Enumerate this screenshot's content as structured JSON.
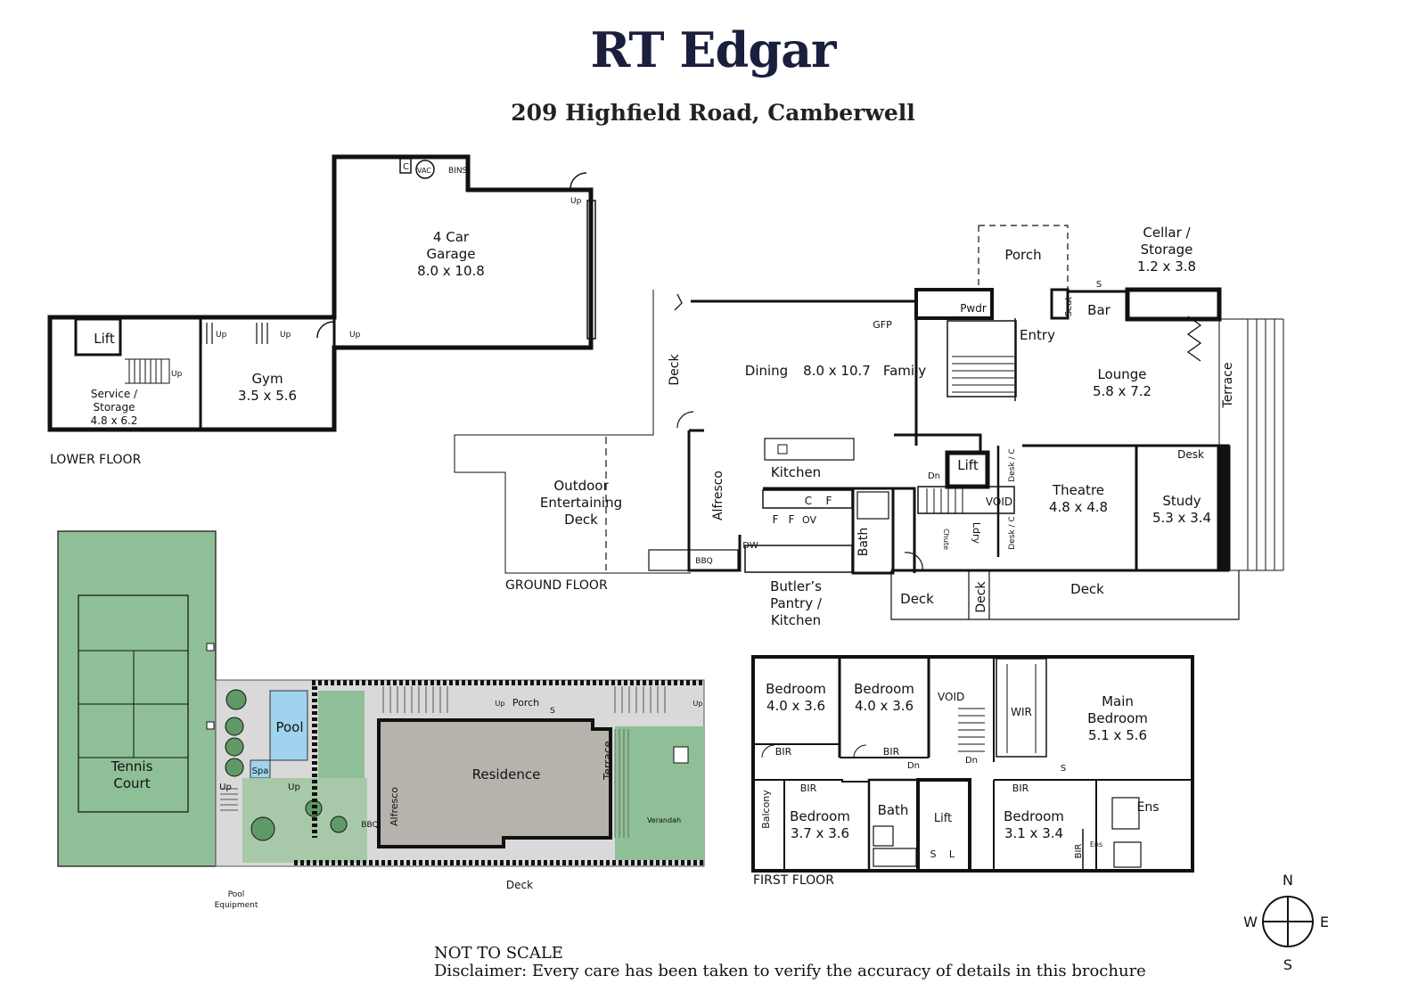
{
  "header": {
    "brand": "RT Edgar",
    "address": "209 Highfield Road, Camberwell"
  },
  "colors": {
    "brand": "#1a1f3d",
    "wall": "#111111",
    "court": "#8fbf96",
    "pool": "#9fd3ee",
    "paving": "#d9d9d9",
    "residence": "#b8b2ad",
    "lawn": "#8fbf96"
  },
  "lower_floor": {
    "label": "LOWER FLOOR",
    "rooms": {
      "garage": [
        "4 Car",
        "Garage",
        "8.0 x 10.8"
      ],
      "gym": [
        "Gym",
        "3.5 x 5.6"
      ],
      "service": [
        "Service /",
        "Storage",
        "4.8 x 6.2"
      ],
      "lift": "Lift",
      "c": "C",
      "vac": "VAC",
      "bins": "BINS",
      "up": "Up"
    }
  },
  "ground_floor": {
    "label": "GROUND FLOOR",
    "rooms": {
      "porch": "Porch",
      "cellar": [
        "Cellar /",
        "Storage",
        "1.2 x 3.8"
      ],
      "pwdr": "Pwdr",
      "seat": "Seat",
      "bar": "Bar",
      "s": "S",
      "entry": "Entry",
      "gfp": "GFP",
      "dining_family": [
        "Dining",
        "8.0 x 10.7",
        "Family"
      ],
      "deck_side": "Deck",
      "lounge": [
        "Lounge",
        "5.8 x 7.2"
      ],
      "terrace": "Terrace",
      "outdoor": [
        "Outdoor",
        "Entertaining",
        "Deck"
      ],
      "alfresco": "Alfresco",
      "kitchen": "Kitchen",
      "bath": "Bath",
      "lift": "Lift",
      "dn": "Dn",
      "void": "VOID",
      "desk_c": "Desk / C",
      "theatre": [
        "Theatre",
        "4.8 x 4.8"
      ],
      "desk": "Desk",
      "study": [
        "Study",
        "5.3 x 3.4"
      ],
      "verandah": "Verandah",
      "ldry": "Ldry",
      "chute": "Chute",
      "deck": "Deck",
      "butlers": [
        "Butler’s",
        "Pantry /",
        "Kitchen"
      ],
      "bbq": "BBQ",
      "dw": "DW",
      "ov": "OV",
      "f": "F",
      "c": "C"
    }
  },
  "site_plan": {
    "tennis": [
      "Tennis",
      "Court"
    ],
    "pool": "Pool",
    "spa": "Spa",
    "residence": "Residence",
    "porch": "Porch",
    "terrace": "Terrace",
    "alfresco": "Alfresco",
    "bbq": "BBQ",
    "verandah": "Verandah",
    "pool_equipment": [
      "Pool",
      "Equipment"
    ],
    "deck": "Deck",
    "up": "Up",
    "s": "S"
  },
  "first_floor": {
    "label": "FIRST FLOOR",
    "rooms": {
      "bed1": [
        "Bedroom",
        "4.0 x 3.6"
      ],
      "bed2": [
        "Bedroom",
        "4.0 x 3.6"
      ],
      "void": "VOID",
      "wir": "WIR",
      "main": [
        "Main",
        "Bedroom",
        "5.1 x 5.6"
      ],
      "bir": "BIR",
      "balcony": "Balcony",
      "bed3": [
        "Bedroom",
        "3.7 x 3.6"
      ],
      "bath": "Bath",
      "lift": "Lift",
      "bed4": [
        "Bedroom",
        "3.1 x 3.4"
      ],
      "ens": "Ens",
      "ens_small": "Ens",
      "dn": "Dn",
      "s": "S",
      "l": "L"
    }
  },
  "compass": {
    "n": "N",
    "s": "S",
    "e": "E",
    "w": "W"
  },
  "footer": {
    "not_to_scale": "NOT TO SCALE",
    "disclaimer": "Disclaimer: Every care has been taken to verify the accuracy of details in this brochure"
  }
}
